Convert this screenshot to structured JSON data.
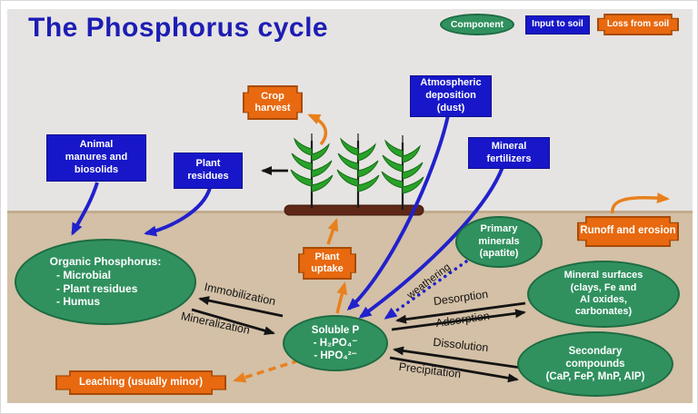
{
  "title": "The Phosphorus cycle",
  "legend": {
    "component": "Component",
    "input_to_soil": "Input to soil",
    "loss_from_soil": "Loss from soil"
  },
  "input_boxes": {
    "animal_manures": "Animal manures and biosolids",
    "plant_residues": "Plant residues",
    "atmospheric_deposition": "Atmospheric deposition (dust)",
    "mineral_fertilizers": "Mineral fertilizers"
  },
  "flow_boxes": {
    "crop_harvest": "Crop harvest",
    "plant_uptake": "Plant uptake",
    "runoff_erosion": "Runoff and erosion",
    "leaching": "Leaching (usually minor)"
  },
  "pools": {
    "organic_phosphorus": {
      "title": "Organic Phosphorus:",
      "items": [
        "- Microbial",
        "- Plant residues",
        "- Humus"
      ]
    },
    "soluble_p": {
      "lines": [
        "Soluble P",
        "- H₂PO₄⁻",
        "- HPO₄²⁻"
      ]
    },
    "primary_minerals": {
      "lines": [
        "Primary",
        "minerals",
        "(apatite)"
      ]
    },
    "mineral_surfaces": {
      "lines": [
        "Mineral surfaces",
        "(clays, Fe and",
        "Al oxides,",
        "carbonates)"
      ]
    },
    "secondary_compounds": {
      "lines": [
        "Secondary",
        "compounds",
        "(CaP, FeP, MnP,  AlP)"
      ]
    }
  },
  "process_labels": {
    "immobilization": "Immobilization",
    "mineralization": "Mineralization",
    "desorption": "Desorption",
    "adsorption": "Adsorption",
    "dissolution": "Dissolution",
    "precipitation": "Precipitation",
    "weathering": "weathering"
  },
  "colors": {
    "component_green": "#30915f",
    "input_blue": "#1717c9",
    "loss_orange": "#e8690f",
    "title_blue": "#1d1db5",
    "sky_gray": "#e6e4e2",
    "soil_tan": "#d3c0a6",
    "arrow_blue": "#2121cc",
    "arrow_orange": "#e8801e",
    "arrow_black": "#141414"
  }
}
